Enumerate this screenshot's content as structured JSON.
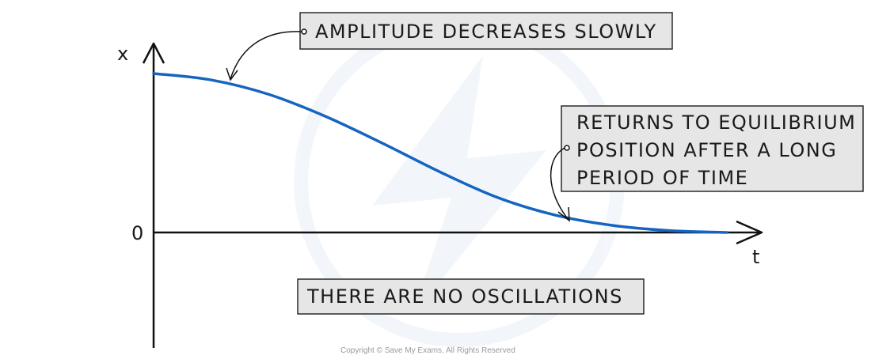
{
  "chart_data": {
    "type": "line",
    "xlabel": "t",
    "ylabel": "x",
    "origin_label": "0",
    "series": [
      {
        "color": "#1565c0",
        "x": [
          0,
          0.1,
          0.2,
          0.3,
          0.4,
          0.5,
          0.6,
          0.7,
          0.8,
          0.9,
          1.0
        ],
        "y": [
          1.0,
          0.96,
          0.87,
          0.73,
          0.56,
          0.38,
          0.22,
          0.11,
          0.045,
          0.012,
          0.0
        ]
      }
    ],
    "annotations": [
      {
        "id": "amplitude",
        "lines": [
          "AMPLITUDE DECREASES SLOWLY"
        ]
      },
      {
        "id": "returns",
        "lines": [
          "RETURNS TO EQUILIBRIUM",
          "POSITION AFTER A LONG",
          "PERIOD OF TIME"
        ]
      },
      {
        "id": "no-osc",
        "lines": [
          "THERE ARE NO OSCILLATIONS"
        ]
      }
    ]
  },
  "copyright": "Copyright © Save My Exams. All Rights Reserved",
  "colors": {
    "curve": "#1565c0",
    "box_fill": "#e6e6e6",
    "axis": "#111111"
  }
}
